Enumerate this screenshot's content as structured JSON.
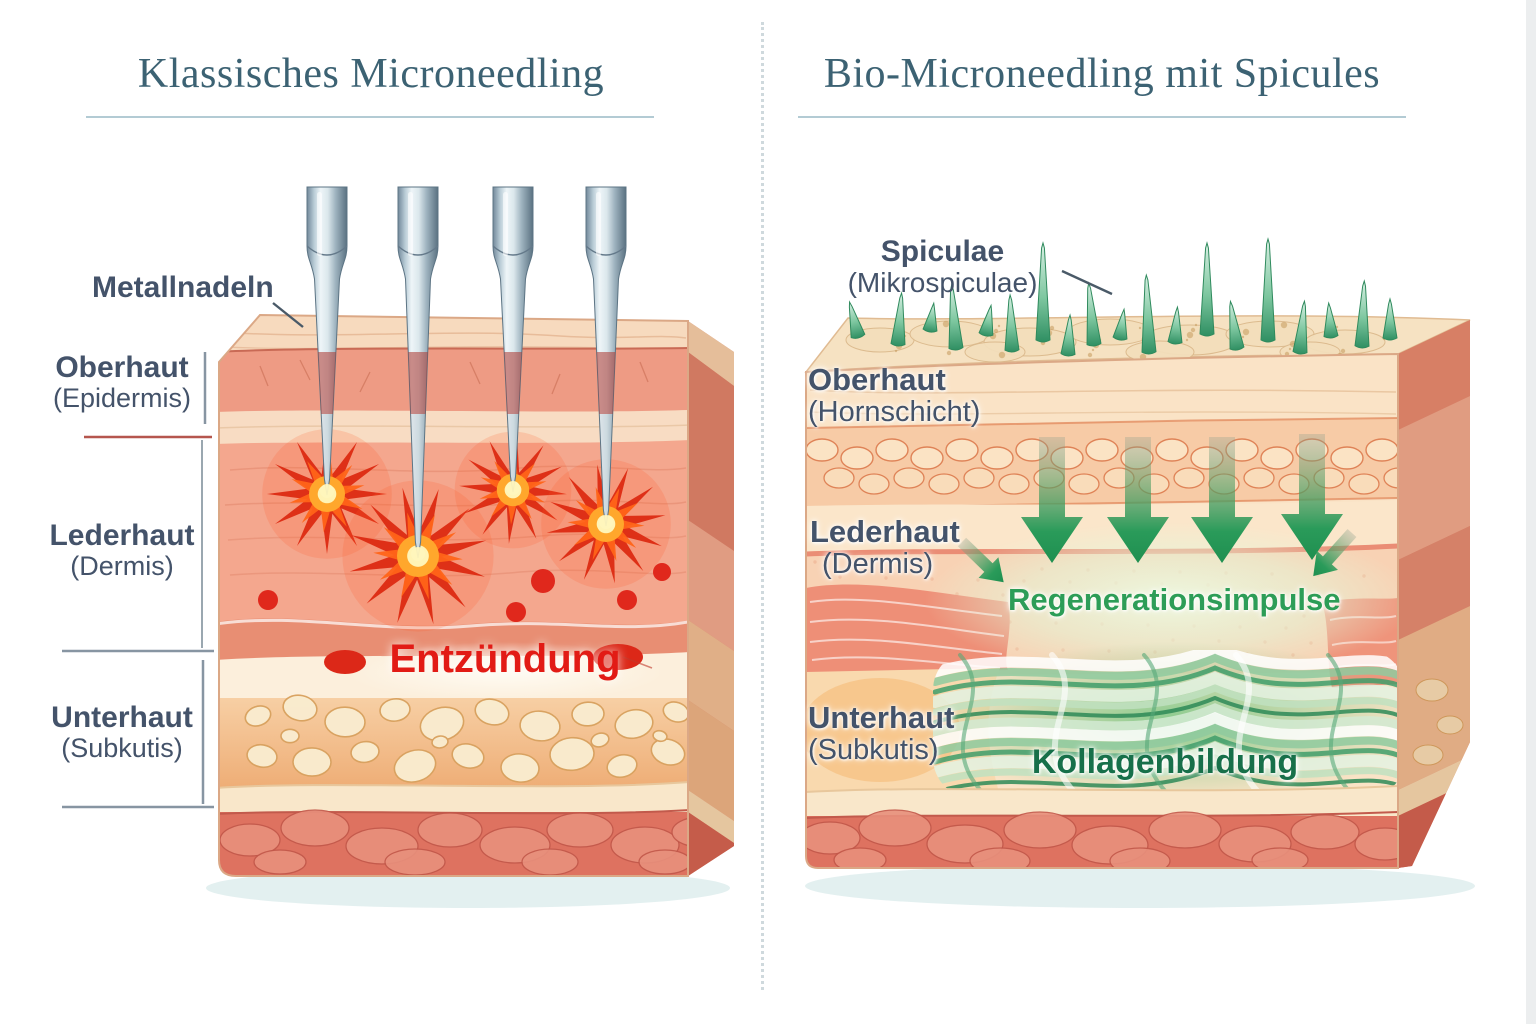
{
  "left_panel": {
    "title": "Klassisches Microneedling",
    "needle_label": "Metallnadeln",
    "layer_labels": [
      {
        "name": "Oberhaut",
        "sub": "(Epidermis)"
      },
      {
        "name": "Lederhaut",
        "sub": "(Dermis)"
      },
      {
        "name": "Unterhaut",
        "sub": "(Subkutis)"
      }
    ],
    "effect_label": "Entzündung"
  },
  "right_panel": {
    "title": "Bio-Microneedling mit Spicules",
    "spicule_label": {
      "name": "Spiculae",
      "sub": "(Mikrospiculae)"
    },
    "layer_labels": [
      {
        "name": "Oberhaut",
        "sub": "(Hornschicht)"
      },
      {
        "name": "Lederhaut",
        "sub": "(Dermis)"
      },
      {
        "name": "Unterhaut",
        "sub": "(Subkutis)"
      }
    ],
    "impulse_label": "Regenerationsimpulse",
    "collagen_label": "Kollagenbildung"
  },
  "colors": {
    "title_text": "#3c6273",
    "label_text": "#44536a",
    "inflammation_red": "#e21b15",
    "impulse_green": "#2d9d57",
    "collagen_green": "#17704a",
    "spicule_green": "#3f9e6f",
    "arrow_green": "#279b58",
    "underline": "#b3cbd4",
    "skin_cream": "#f7dabe",
    "skin_pink": "#ee9b84",
    "skin_salmon": "#f4a78e",
    "skin_deep_red": "#de7260"
  }
}
